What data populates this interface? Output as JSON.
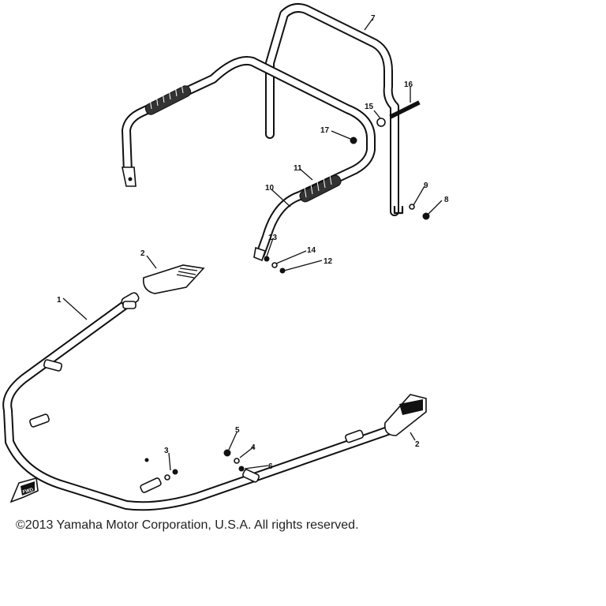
{
  "callouts": {
    "p1": "1",
    "p2a": "2",
    "p2b": "2",
    "p3": "3",
    "p4": "4",
    "p5": "5",
    "p6": "6",
    "p7": "7",
    "p8": "8",
    "p9": "9",
    "p10": "10",
    "p11": "11",
    "p12": "12",
    "p13": "13",
    "p14": "14",
    "p15": "15",
    "p16": "16",
    "p17": "17"
  },
  "front_marker": "FWD",
  "copyright": "©2013 Yamaha Motor Corporation, U.S.A. All rights reserved."
}
